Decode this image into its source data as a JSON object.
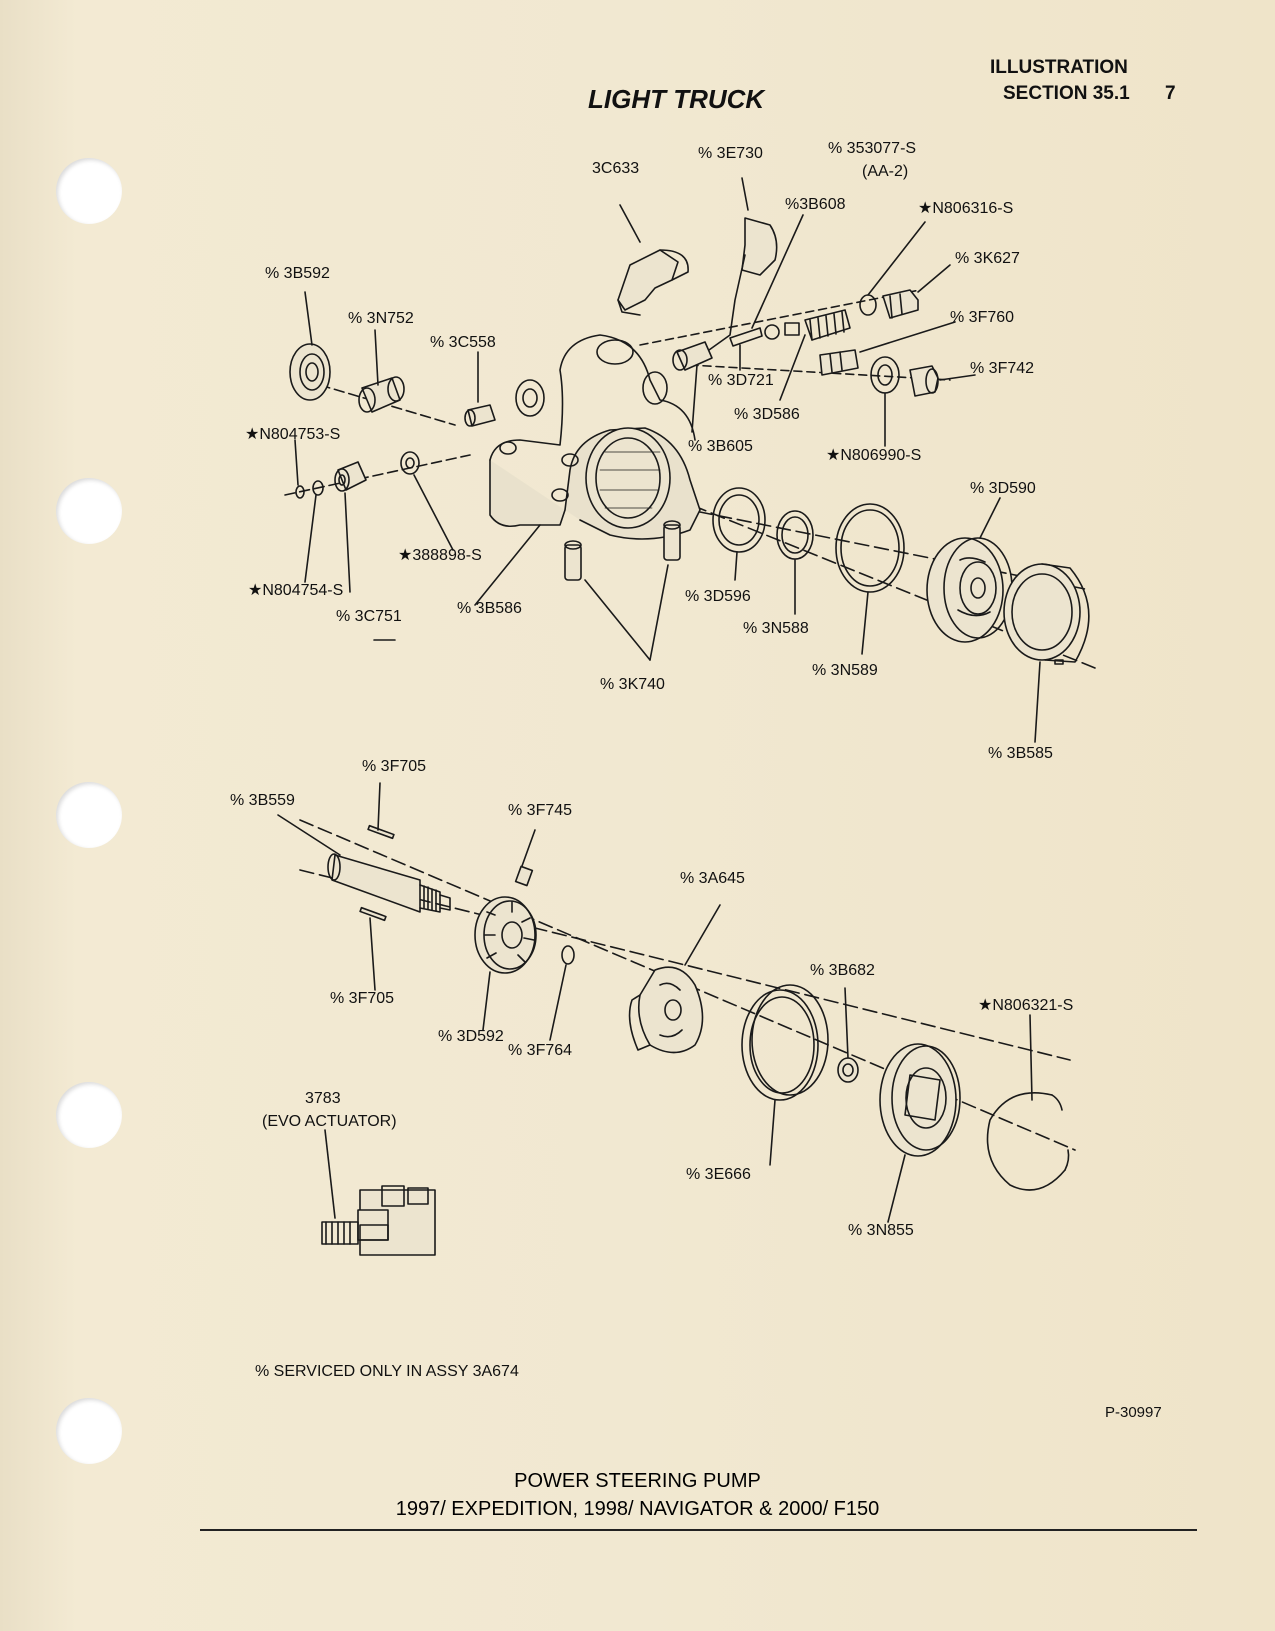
{
  "header": {
    "title": "LIGHT TRUCK",
    "illustration_label": "ILLUSTRATION",
    "section_label": "SECTION 35.1",
    "page_number": "7"
  },
  "callouts": {
    "c3C633": "3C633",
    "c3E730": "% 3E730",
    "c353077": "% 353077-S",
    "cAA2": "(AA-2)",
    "c3B608": "%3B608",
    "cN806316": "★N806316-S",
    "c3K627": "% 3K627",
    "c3B592": "% 3B592",
    "c3N752": "% 3N752",
    "c3C558": "% 3C558",
    "c3F760": "% 3F760",
    "c3F742": "% 3F742",
    "c3D721": "% 3D721",
    "c3D586": "% 3D586",
    "cN804753": "★N804753-S",
    "c3B605": "% 3B605",
    "cN806990": "★N806990-S",
    "c3D590": "% 3D590",
    "c388898": "★388898-S",
    "cN804754": "★N804754-S",
    "c3B586": "% 3B586",
    "c3D596": "% 3D596",
    "c3C751": "% 3C751",
    "c3N588": "% 3N588",
    "c3N589": "% 3N589",
    "c3K740": "% 3K740",
    "c3B585": "% 3B585",
    "c3F705a": "% 3F705",
    "c3B559": "% 3B559",
    "c3F745": "% 3F745",
    "c3A645": "% 3A645",
    "c3B682": "% 3B682",
    "cN806321": "★N806321-S",
    "c3F705b": "% 3F705",
    "c3D592": "% 3D592",
    "c3F764": "% 3F764",
    "c3783": "3783",
    "cEVO": "(EVO ACTUATOR)",
    "c3E666": "% 3E666",
    "c3N855": "% 3N855"
  },
  "footer": {
    "note": "% SERVICED ONLY IN ASSY 3A674",
    "part_ref": "P-30997",
    "caption_line1": "POWER STEERING PUMP",
    "caption_line2": "1997/ EXPEDITION, 1998/ NAVIGATOR & 2000/ F150"
  }
}
